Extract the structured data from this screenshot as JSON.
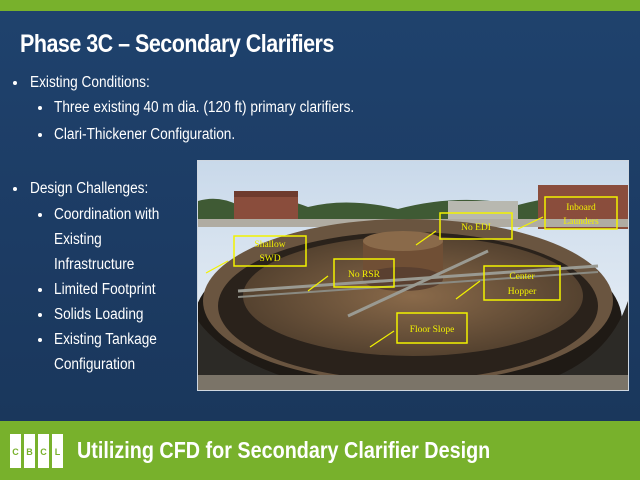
{
  "slide": {
    "title": "Phase 3C – Secondary Clarifiers",
    "section1": {
      "heading": "Existing Conditions:",
      "items": [
        "Three existing 40 m dia. (120 ft) primary clarifiers.",
        "Clari-Thickener Configuration."
      ]
    },
    "section2": {
      "heading": "Design Challenges:",
      "items": [
        "Coordination with",
        "Existing",
        "Infrastructure",
        "Limited Footprint",
        "Solids Loading",
        "Existing Tankage",
        "Configuration"
      ]
    },
    "photo_callouts": {
      "shallow_swd": [
        "Shallow",
        "SWD"
      ],
      "no_rsr": "No RSR",
      "no_edi": "No EDI",
      "inboard_launders": [
        "Inboard",
        "Launders"
      ],
      "center_hopper": [
        "Center",
        "Hopper"
      ],
      "floor_slope": "Floor Slope"
    }
  },
  "footer": {
    "logo_letters": [
      "C",
      "B",
      "C",
      "L"
    ],
    "text": "Utilizing CFD for Secondary Clarifier Design"
  },
  "colors": {
    "background": "#1d3d66",
    "accent_green": "#78b12c",
    "callout_yellow": "#f2f200"
  }
}
